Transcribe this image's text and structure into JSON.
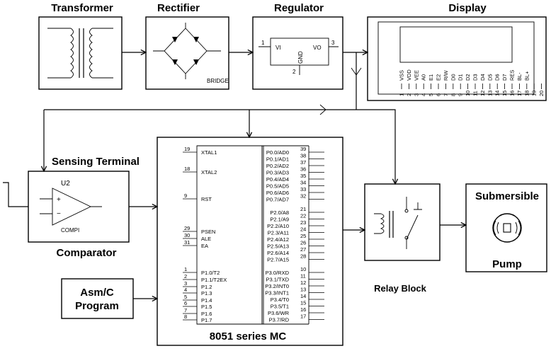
{
  "blocks": {
    "transformer": {
      "title": "Transformer"
    },
    "rectifier": {
      "title": "Rectifier",
      "sublabel": "BRIDGE"
    },
    "regulator": {
      "title": "Regulator",
      "vi": "VI",
      "vo": "VO",
      "gnd": "GND",
      "pin1": "1",
      "pin2": "2",
      "pin3": "3"
    },
    "display": {
      "title": "Display",
      "pins": [
        {
          "name": "VSS",
          "num": "1"
        },
        {
          "name": "VDD",
          "num": "2"
        },
        {
          "name": "VEE",
          "num": "3"
        },
        {
          "name": "A0",
          "num": "4"
        },
        {
          "name": "E1",
          "num": "5"
        },
        {
          "name": "E2",
          "num": "6"
        },
        {
          "name": "R/W",
          "num": "7"
        },
        {
          "name": "D0",
          "num": "8"
        },
        {
          "name": "D1",
          "num": "9"
        },
        {
          "name": "D2",
          "num": "10"
        },
        {
          "name": "D3",
          "num": "11"
        },
        {
          "name": "D4",
          "num": "12"
        },
        {
          "name": "D5",
          "num": "13"
        },
        {
          "name": "D6",
          "num": "14"
        },
        {
          "name": "D7",
          "num": "15"
        },
        {
          "name": "RES",
          "num": "16"
        },
        {
          "name": "BL-",
          "num": "17"
        },
        {
          "name": "BL+",
          "num": "18"
        },
        {
          "name": "",
          "num": "19"
        },
        {
          "name": "",
          "num": "20"
        }
      ]
    },
    "sensing": {
      "title": "Sensing Terminal",
      "ref": "U2",
      "part": "COMPI",
      "plus": "+",
      "minus": "−",
      "bottom_label": "Comparator"
    },
    "mcu": {
      "title": "8051 series MC",
      "left_pins": [
        {
          "num": "19",
          "name": "XTAL1"
        },
        {
          "num": "18",
          "name": "XTAL2"
        },
        {
          "num": "9",
          "name": "RST"
        },
        {
          "num": "29",
          "name": "PSEN"
        },
        {
          "num": "30",
          "name": "ALE"
        },
        {
          "num": "31",
          "name": "EA"
        },
        {
          "num": "1",
          "name": "P1.0/T2"
        },
        {
          "num": "2",
          "name": "P1.1/T2EX"
        },
        {
          "num": "3",
          "name": "P1.2"
        },
        {
          "num": "4",
          "name": "P1.3"
        },
        {
          "num": "5",
          "name": "P1.4"
        },
        {
          "num": "6",
          "name": "P1.5"
        },
        {
          "num": "7",
          "name": "P1.6"
        },
        {
          "num": "8",
          "name": "P1.7"
        }
      ],
      "right_pins": [
        {
          "num": "39",
          "name": "P0.0/AD0"
        },
        {
          "num": "38",
          "name": "P0.1/AD1"
        },
        {
          "num": "37",
          "name": "P0.2/AD2"
        },
        {
          "num": "36",
          "name": "P0.3/AD3"
        },
        {
          "num": "35",
          "name": "P0.4/AD4"
        },
        {
          "num": "34",
          "name": "P0.5/AD5"
        },
        {
          "num": "33",
          "name": "P0.6/AD6"
        },
        {
          "num": "32",
          "name": "P0.7/AD7"
        },
        {
          "num": "21",
          "name": "P2.0/A8"
        },
        {
          "num": "22",
          "name": "P2.1/A9"
        },
        {
          "num": "23",
          "name": "P2.2/A10"
        },
        {
          "num": "24",
          "name": "P2.3/A11"
        },
        {
          "num": "25",
          "name": "P2.4/A12"
        },
        {
          "num": "26",
          "name": "P2.5/A13"
        },
        {
          "num": "27",
          "name": "P2.6/A14"
        },
        {
          "num": "28",
          "name": "P2.7/A15"
        },
        {
          "num": "10",
          "name": "P3.0/RXD"
        },
        {
          "num": "11",
          "name": "P3.1/TXD"
        },
        {
          "num": "12",
          "name": "P3.2/INT0"
        },
        {
          "num": "13",
          "name": "P3.3/INT1"
        },
        {
          "num": "14",
          "name": "P3.4/T0"
        },
        {
          "num": "15",
          "name": "P3.5/T1"
        },
        {
          "num": "16",
          "name": "P3.6/WR"
        },
        {
          "num": "17",
          "name": "P3.7/RD"
        }
      ]
    },
    "program": {
      "line1": "Asm/C",
      "line2": "Program"
    },
    "relay": {
      "title": "Relay Block"
    },
    "pump": {
      "line1": "Submersible",
      "line2": "Pump"
    }
  }
}
